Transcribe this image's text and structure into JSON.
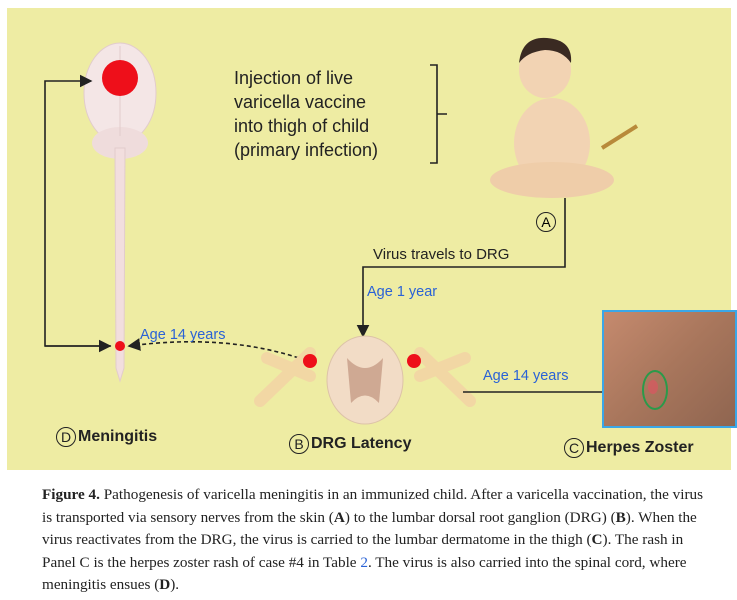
{
  "figure": {
    "injection_text": [
      "Injection of live",
      "varicella vaccine",
      "into thigh of child",
      "(primary infection)"
    ],
    "marker_a": "A",
    "virus_travels": "Virus travels to DRG",
    "age_1": "Age 1 year",
    "age_14_left": "Age 14 years",
    "age_14_right": "Age 14 years",
    "panel_d": {
      "letter": "D",
      "label": "Meningitis"
    },
    "panel_b": {
      "letter": "B",
      "label": "DRG Latency"
    },
    "panel_c": {
      "letter": "C",
      "label": "Herpes Zoster"
    }
  },
  "caption": {
    "title": "Figure 4.",
    "t1": " Pathogenesis of varicella meningitis in an immunized child. After a varicella vaccination, the virus is transported via sensory nerves from the skin (",
    "a": "A",
    "t2": ") to the lumbar dorsal root ganglion (DRG) (",
    "b": "B",
    "t3": "). When the virus reactivates from the DRG, the virus is carried to the lumbar dermatome in the thigh (",
    "c": "C",
    "t4": "). The rash in Panel C is the herpes zoster rash of case #4 in Table ",
    "table_ref": "2",
    "t5": ". The virus is also carried into the spinal cord, where meningitis ensues (",
    "d": "D",
    "t6": ")."
  }
}
